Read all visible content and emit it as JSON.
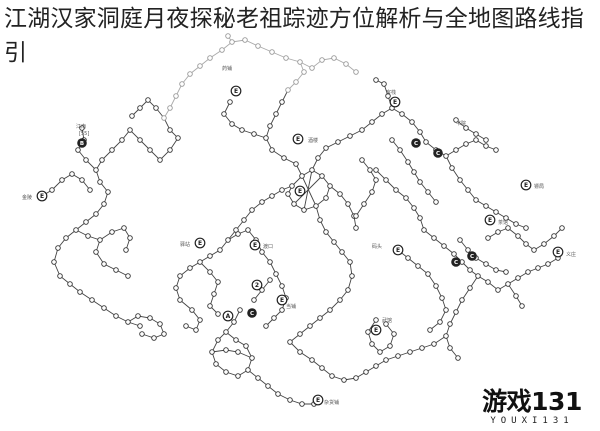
{
  "page": {
    "title": "江湖汉家洞庭月夜探秘老祖踪迹方位解析与全地图路线指引"
  },
  "map": {
    "labels": [
      "江南",
      "[55]",
      "金陵",
      "药铺",
      "酒楼",
      "客栈",
      "书院",
      "镖局",
      "驿站",
      "渡口",
      "码头",
      "茶馆",
      "义庄",
      "当铺",
      "杂货铺",
      "武馆"
    ],
    "marker_e": "E",
    "marker_c": "C",
    "marker_b": "B",
    "marker_a": "A"
  },
  "watermark": {
    "main": "游戏131",
    "sub": "YOUXI131"
  }
}
